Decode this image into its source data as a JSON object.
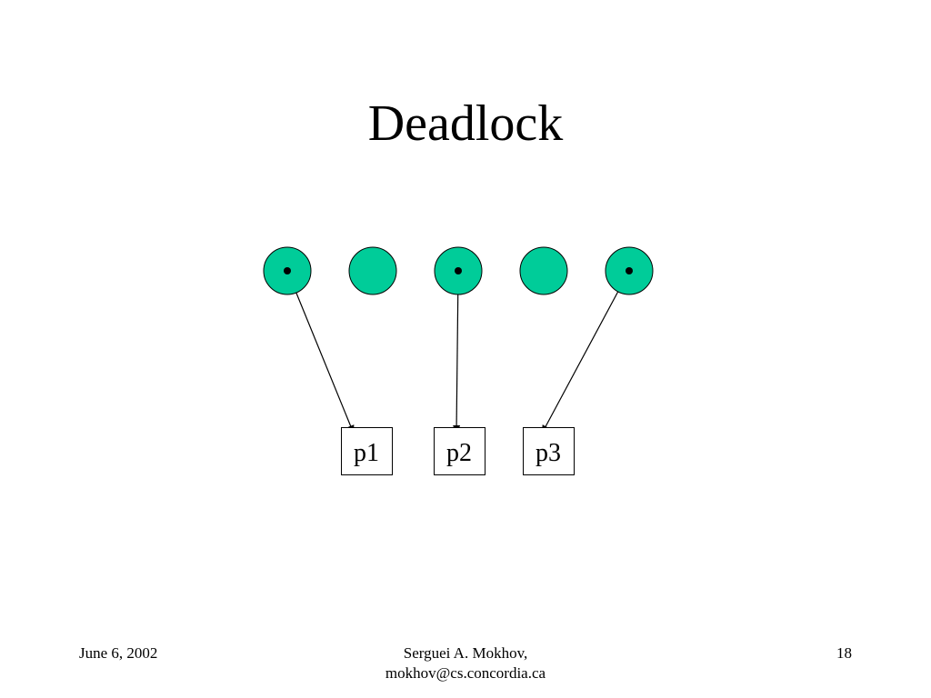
{
  "slide": {
    "title": "Deadlock"
  },
  "diagram": {
    "resource_color": "#00cc99",
    "resources": [
      {
        "id": "r1",
        "held": true
      },
      {
        "id": "r2",
        "held": false
      },
      {
        "id": "r3",
        "held": true
      },
      {
        "id": "r4",
        "held": false
      },
      {
        "id": "r5",
        "held": true
      }
    ],
    "processes": [
      {
        "id": "p1",
        "label": "p1"
      },
      {
        "id": "p2",
        "label": "p2"
      },
      {
        "id": "p3",
        "label": "p3"
      }
    ],
    "edges": [
      {
        "from": "r1",
        "to": "p1"
      },
      {
        "from": "r3",
        "to": "p2"
      },
      {
        "from": "r5",
        "to": "p3"
      }
    ]
  },
  "footer": {
    "date": "June 6, 2002",
    "author_line1": "Serguei A. Mokhov,",
    "author_line2": "mokhov@cs.concordia.ca",
    "page_number": "18"
  }
}
